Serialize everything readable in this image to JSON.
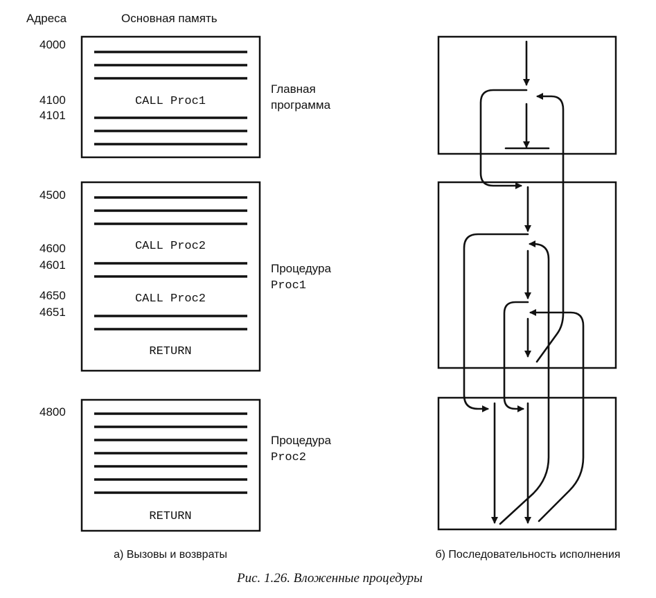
{
  "headers": {
    "addresses": "Адреса",
    "memory": "Основная память"
  },
  "addresses": {
    "a4000": "4000",
    "a4100": "4100",
    "a4101": "4101",
    "a4500": "4500",
    "a4600": "4600",
    "a4601": "4601",
    "a4650": "4650",
    "a4651": "4651",
    "a4800": "4800"
  },
  "main_block": {
    "instruction": "CALL Proc1",
    "label_line1": "Главная",
    "label_line2": "программа"
  },
  "proc1_block": {
    "instruction1": "CALL Proc2",
    "instruction2": "CALL Proc2",
    "return": "RETURN",
    "label_line1": "Процедура",
    "label_line2": "Proc1"
  },
  "proc2_block": {
    "return": "RETURN",
    "label_line1": "Процедура",
    "label_line2": "Proc2"
  },
  "captions": {
    "left": "а) Вызовы и возвраты",
    "right": "б) Последовательность исполнения",
    "figure": "Рис. 1.26. Вложенные процедуры"
  }
}
